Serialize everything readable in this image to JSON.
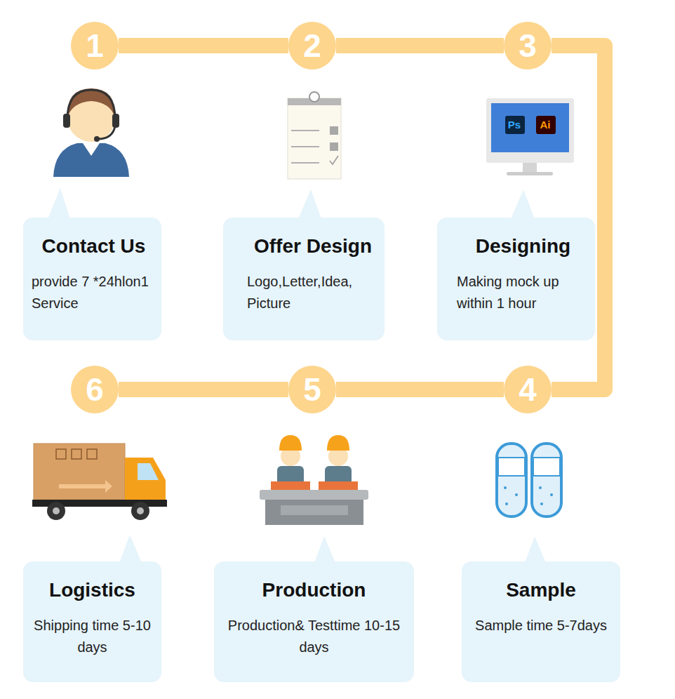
{
  "diagram": {
    "nodes": [
      {
        "text": [
          "1"
        ]
      },
      {
        "text": [
          "2"
        ]
      },
      {
        "text": [
          "3"
        ]
      },
      {
        "text": [
          "4"
        ]
      },
      {
        "text": [
          "5"
        ]
      },
      {
        "text": [
          "6"
        ]
      },
      {
        "text": [
          "Contact Us",
          "provide 7 *24hlon1 Service"
        ]
      },
      {
        "text": [
          "Offer Design",
          "Logo,Letter,Idea, Picture"
        ]
      },
      {
        "text": [
          "Designing",
          "Making mock up within 1 hour"
        ]
      },
      {
        "text": [
          "Sample",
          "Sample time 5-7days"
        ]
      },
      {
        "text": [
          "Production",
          "Production& Testtime 10-15 days"
        ]
      },
      {
        "text": [
          "Logistics",
          "Shipping time 5-10 days"
        ]
      }
    ],
    "edges": [
      {
        "from": 0,
        "to": 1,
        "arrow": "none"
      },
      {
        "from": 1,
        "to": 2,
        "arrow": "none"
      },
      {
        "from": 2,
        "to": 3,
        "arrow": "none"
      },
      {
        "from": 3,
        "to": 4,
        "arrow": "none"
      },
      {
        "from": 4,
        "to": 5,
        "arrow": "none"
      }
    ],
    "labels": [
      "Ps",
      "Ai"
    ]
  }
}
